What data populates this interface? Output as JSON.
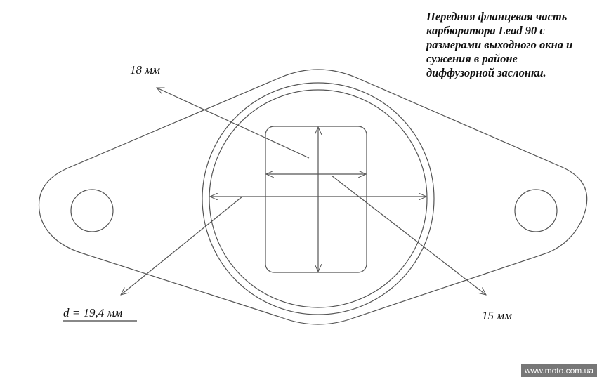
{
  "title_lines": [
    "Передняя фланцевая часть",
    "карбюратора Lead 90 с",
    "размерами выходного окна и",
    "сужения в районе",
    "диффузорной заслонки."
  ],
  "labels": {
    "dim_18": "18 мм",
    "dim_15": "15 мм",
    "dim_d": "d = 19,4 мм"
  },
  "watermark": "www.moto.com.ua",
  "colors": {
    "line": "#555555",
    "text": "#111111"
  }
}
